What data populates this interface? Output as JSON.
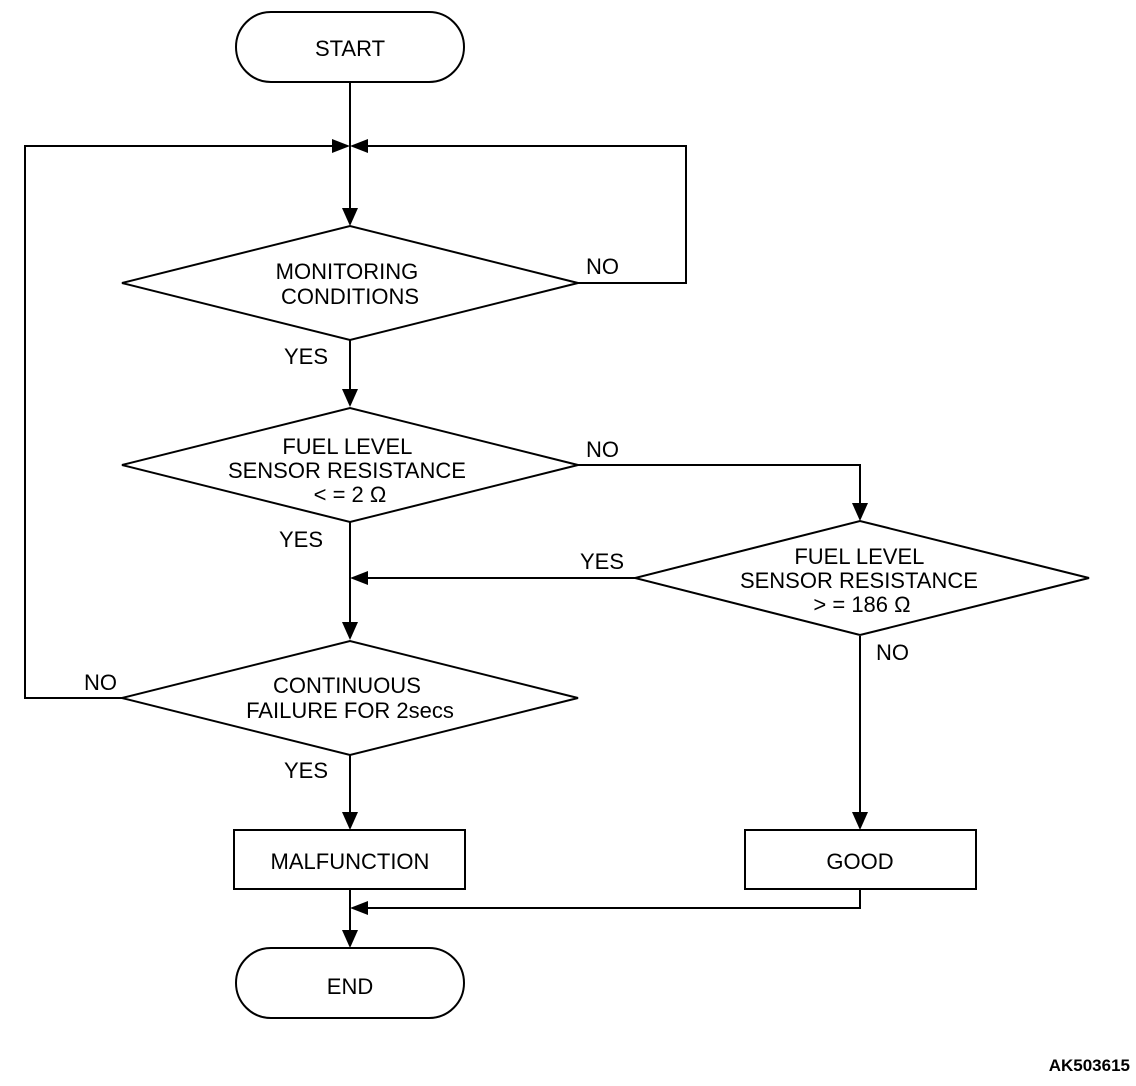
{
  "nodes": {
    "start": "START",
    "monitoring": [
      "MONITORING",
      "CONDITIONS"
    ],
    "low_check": [
      "FUEL LEVEL",
      "SENSOR RESISTANCE",
      "< = 2 Ω"
    ],
    "high_check": [
      "FUEL LEVEL",
      "SENSOR RESISTANCE",
      "> = 186 Ω"
    ],
    "continuous": [
      "CONTINUOUS",
      "FAILURE FOR 2secs"
    ],
    "malfunction": "MALFUNCTION",
    "good": "GOOD",
    "end": "END"
  },
  "edges": {
    "monitoring_no": "NO",
    "monitoring_yes": "YES",
    "low_no": "NO",
    "low_yes": "YES",
    "high_yes": "YES",
    "high_no": "NO",
    "continuous_no": "NO",
    "continuous_yes": "YES"
  },
  "figure_id": "AK503615"
}
